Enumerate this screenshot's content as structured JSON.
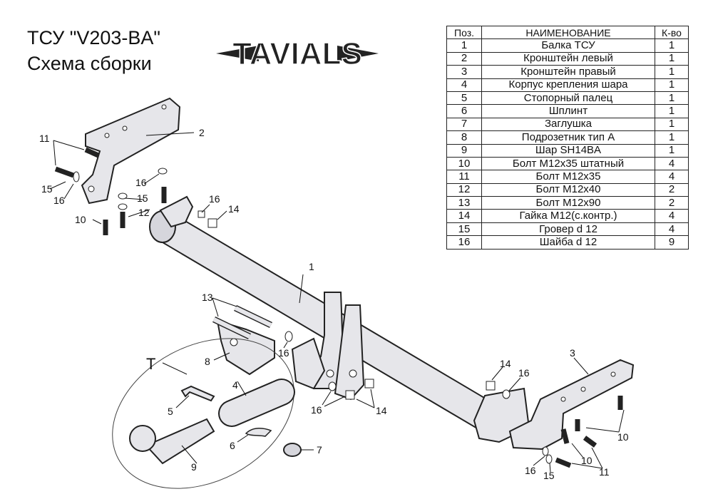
{
  "header": {
    "title_line1": "ТСУ  \"V203-BA\"",
    "title_line2": "Схема сборки",
    "logo_text": "TAVIALS"
  },
  "table": {
    "headers": [
      "Поз.",
      "НАИМЕНОВАНИЕ",
      "К-во"
    ],
    "rows": [
      {
        "pos": "1",
        "name": "Балка ТСУ",
        "qty": "1"
      },
      {
        "pos": "2",
        "name": "Кронштейн левый",
        "qty": "1"
      },
      {
        "pos": "3",
        "name": "Кронштейн правый",
        "qty": "1"
      },
      {
        "pos": "4",
        "name": "Корпус крепления шара",
        "qty": "1"
      },
      {
        "pos": "5",
        "name": "Стопорный палец",
        "qty": "1"
      },
      {
        "pos": "6",
        "name": "Шплинт",
        "qty": "1"
      },
      {
        "pos": "7",
        "name": "Заглушка",
        "qty": "1"
      },
      {
        "pos": "8",
        "name": "Подрозетник тип А",
        "qty": "1"
      },
      {
        "pos": "9",
        "name": "Шар SH14BA",
        "qty": "1"
      },
      {
        "pos": "10",
        "name": "Болт М12х35 штатный",
        "qty": "4"
      },
      {
        "pos": "11",
        "name": "Болт М12х35",
        "qty": "4"
      },
      {
        "pos": "12",
        "name": "Болт М12х40",
        "qty": "2"
      },
      {
        "pos": "13",
        "name": "Болт М12х90",
        "qty": "2"
      },
      {
        "pos": "14",
        "name": "Гайка М12(с.контр.)",
        "qty": "4"
      },
      {
        "pos": "15",
        "name": "Гровер d 12",
        "qty": "4"
      },
      {
        "pos": "16",
        "name": "Шайба d 12",
        "qty": "9"
      }
    ]
  },
  "callouts": {
    "c1": "1",
    "c2": "2",
    "c3": "3",
    "c4": "4",
    "c5": "5",
    "c6": "6",
    "c7": "7",
    "c8": "8",
    "c9": "9",
    "c10a": "10",
    "c10b": "10",
    "c10c": "10",
    "c11a": "11",
    "c11b": "11",
    "c12": "12",
    "c13": "13",
    "c14a": "14",
    "c14b": "14",
    "c14c": "14",
    "c15a": "15",
    "c15b": "15",
    "c15c": "15",
    "c16a": "16",
    "c16b": "16",
    "c16c": "16",
    "c16d": "16",
    "c16e": "16",
    "c16f": "16",
    "c16g": "16",
    "cT": "T"
  },
  "colors": {
    "part_fill": "#e6e6ea",
    "line": "#222222"
  }
}
